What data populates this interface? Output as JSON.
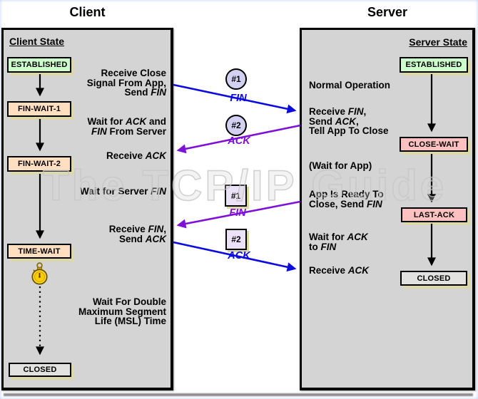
{
  "watermark": "The TCP/IP Guide",
  "palette": {
    "panel_fill": "#d4d4d4",
    "established_fill": "#ccffcc",
    "client_wait_fill": "#ffdfbf",
    "server_wait_fill": "#ffc0c0",
    "closed_fill": "#e2e2e0",
    "state_shadow": "#ddd8a8",
    "blue_arrow": "#0c0ce0",
    "purple_arrow": "#7e10d8",
    "circle_badge_fill": "#d3d1f2",
    "square_badge_fill": "#ece2f8"
  },
  "client": {
    "title": "Client",
    "heading": "Client State",
    "states": {
      "established": "ESTABLISHED",
      "fin_wait_1": "FIN-WAIT-1",
      "fin_wait_2": "FIN-WAIT-2",
      "time_wait": "TIME-WAIT",
      "closed": "CLOSED"
    },
    "notes": {
      "receive_close": [
        [
          {
            "t": "Receive Close"
          }
        ],
        [
          {
            "t": "Signal From App,"
          }
        ],
        [
          {
            "t": "Send "
          },
          {
            "t": "FIN",
            "em": true
          }
        ]
      ],
      "wait_ack_fin": [
        [
          {
            "t": "Wait for "
          },
          {
            "t": "ACK",
            "em": true
          },
          {
            "t": " and"
          }
        ],
        [
          {
            "t": "FIN",
            "em": true
          },
          {
            "t": " From Server"
          }
        ]
      ],
      "receive_ack": [
        [
          {
            "t": "Receive "
          },
          {
            "t": "ACK",
            "em": true
          }
        ]
      ],
      "wait_server_fin": [
        [
          {
            "t": "Wait for Server "
          },
          {
            "t": "FIN",
            "em": true
          }
        ]
      ],
      "receive_fin": [
        [
          {
            "t": "Receive "
          },
          {
            "t": "FIN",
            "em": true
          },
          {
            "t": ","
          }
        ],
        [
          {
            "t": "Send "
          },
          {
            "t": "ACK",
            "em": true
          }
        ]
      ],
      "wait_msl": [
        [
          {
            "t": "Wait For Double"
          }
        ],
        [
          {
            "t": "Maximum Segment"
          }
        ],
        [
          {
            "t": "Life (MSL) Time"
          }
        ]
      ]
    }
  },
  "server": {
    "title": "Server",
    "heading": "Server State",
    "states": {
      "established": "ESTABLISHED",
      "close_wait": "CLOSE-WAIT",
      "last_ack": "LAST-ACK",
      "closed": "CLOSED"
    },
    "notes": {
      "normal_operation": [
        [
          {
            "t": "Normal Operation"
          }
        ]
      ],
      "receive_fin": [
        [
          {
            "t": "Receive "
          },
          {
            "t": "FIN",
            "em": true
          },
          {
            "t": ","
          }
        ],
        [
          {
            "t": "Send "
          },
          {
            "t": "ACK",
            "em": true
          },
          {
            "t": ","
          }
        ],
        [
          {
            "t": "Tell App To Close"
          }
        ]
      ],
      "wait_for_app": [
        [
          {
            "t": "(Wait for App)"
          }
        ]
      ],
      "app_ready": [
        [
          {
            "t": "App Is Ready To"
          }
        ],
        [
          {
            "t": "Close, Send "
          },
          {
            "t": "FIN",
            "em": true
          }
        ]
      ],
      "wait_ack": [
        [
          {
            "t": "Wait for "
          },
          {
            "t": "ACK",
            "em": true
          }
        ],
        [
          {
            "t": "to "
          },
          {
            "t": "FIN",
            "em": true
          }
        ]
      ],
      "receive_ack": [
        [
          {
            "t": "Receive "
          },
          {
            "t": "ACK",
            "em": true
          }
        ]
      ]
    }
  },
  "messages": {
    "m1": {
      "badge": "#1",
      "label": "FIN",
      "shape": "circle",
      "color": "#0c0ce0"
    },
    "m2": {
      "badge": "#2",
      "label": "ACK",
      "shape": "circle",
      "color": "#7e10d8"
    },
    "m3": {
      "badge": "#1",
      "label": "FIN",
      "shape": "square",
      "color": "#7e10d8"
    },
    "m4": {
      "badge": "#2",
      "label": "ACK",
      "shape": "square",
      "color": "#0c0ce0"
    }
  }
}
